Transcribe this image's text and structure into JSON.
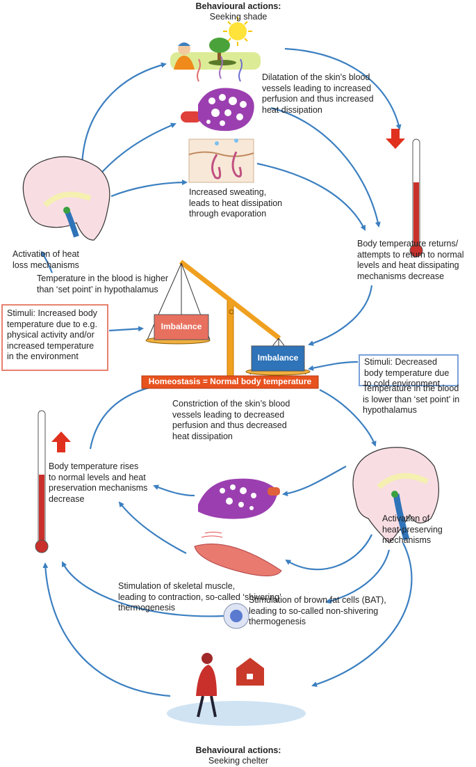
{
  "top_action": {
    "title": "Behavioural actions:",
    "subtitle": "Seeking shade"
  },
  "bottom_action": {
    "title": "Behavioural actions:",
    "subtitle": "Seeking chelter"
  },
  "heat_side": {
    "dilatation": "Dilatation of the skin’s blood\nvessels leading to increased\nperfusion and thus increased\nheat dissipation",
    "sweating": "Increased sweating,\nleads to heat dissipation\nthrough evaporation",
    "activation": "Activation of heat\nloss mechanisms",
    "returns": "Body temperature returns/\nattempts to return to normal\nlevels and heat dissipating\nmechanisms decrease",
    "blood_higher": "Temperature in the blood is higher\nthan ‘set point’ in hypothalamus",
    "stimuli": "Stimuli: Increased body\ntemperature due to e.g.\nphysical activity and/or\nincreased temperature\nin the environment"
  },
  "cold_side": {
    "stimuli": "Stimuli: Decreased\nbody temperature due\nto cold environment",
    "blood_lower": "Temperature in the blood\nis lower than ‘set point’ in\nhypothalamus",
    "constriction": "Constriction of the skin’s blood\nvessels leading to decreased\nperfusion and thus decreased\nheat dissipation",
    "rises": "Body temperature rises\nto normal levels and heat\npreservation mechanisms\ndecrease",
    "activation": "Activation of\nheat-preserving\nmechanisms",
    "shivering": "Stimulation of skeletal muscle,\nleading to contraction, so-called ‘shivering’\nthermogenesis",
    "bat": "Stimulation of brown fat cells (BAT),\nleading to so-called non-shivering\nthermogenesis"
  },
  "scale": {
    "left_label": "Imbalance",
    "right_label": "Imbalance",
    "base_label": "Homeostasis = Normal body temperature"
  },
  "colors": {
    "arrow": "#3b7fc0",
    "heat_box": "#e8705f",
    "cold_box": "#2f73b8",
    "base": "#e8521e",
    "scale": "#f0a020"
  }
}
